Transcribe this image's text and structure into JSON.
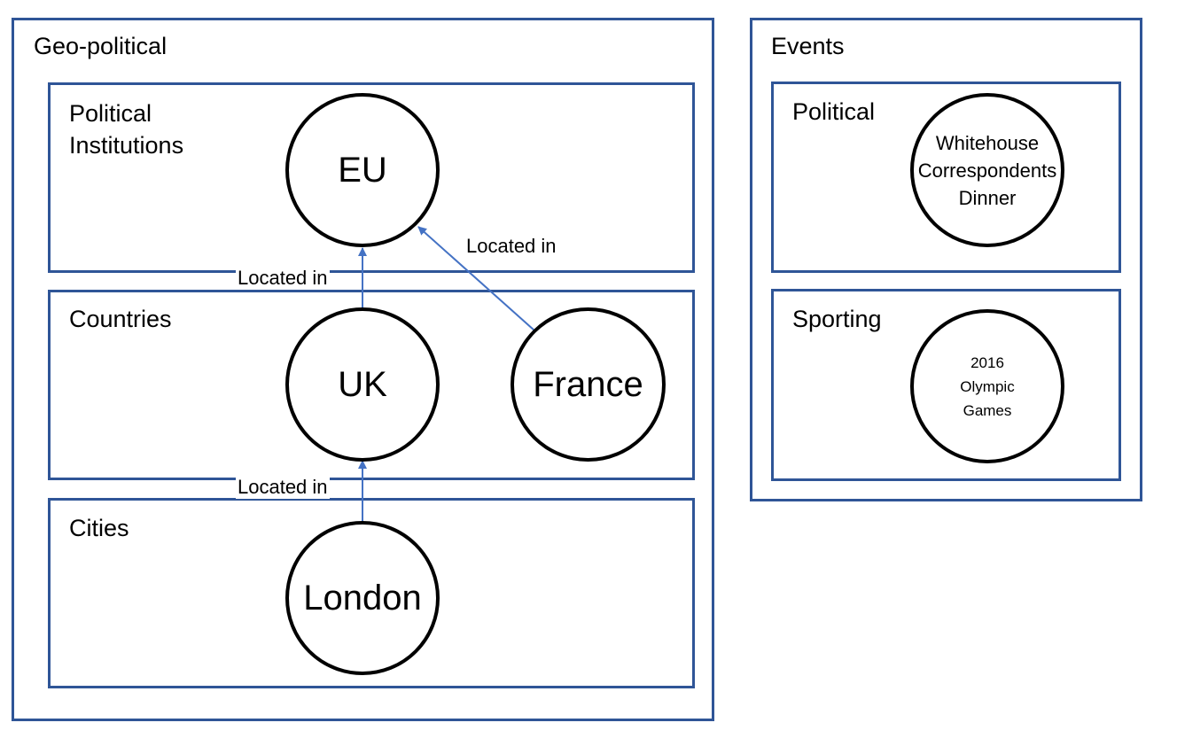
{
  "geo": {
    "title": "Geo-political",
    "political_institutions": {
      "title": "Political\nInstitutions"
    },
    "countries": {
      "title": "Countries"
    },
    "cities": {
      "title": "Cities"
    }
  },
  "events": {
    "title": "Events",
    "political": {
      "title": "Political"
    },
    "sporting": {
      "title": "Sporting"
    }
  },
  "nodes": {
    "eu": "EU",
    "uk": "UK",
    "france": "France",
    "london": "London",
    "whitehouse": "Whitehouse\nCorrespondents\nDinner",
    "olympics": "2016\nOlympic\nGames"
  },
  "edges": {
    "uk_eu": "Located in",
    "france_eu": "Located in",
    "london_uk": "Located in"
  },
  "colors": {
    "border": "#2f5597",
    "arrow": "#4472c4"
  }
}
